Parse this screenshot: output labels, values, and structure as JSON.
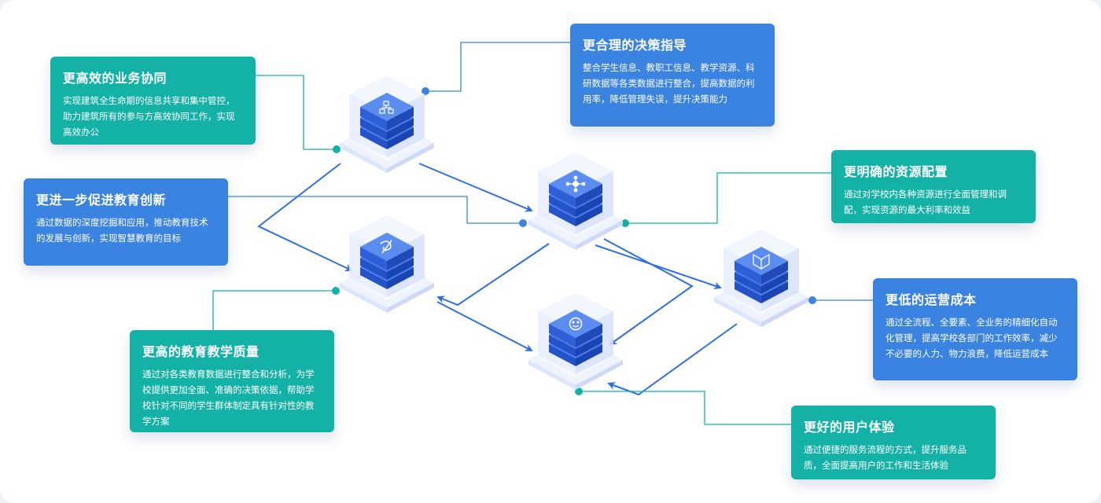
{
  "cards": {
    "business": {
      "title": "更高效的业务协同",
      "desc": "实现建筑全生命期的信息共享和集中管控，助力建筑所有的参与方高效协同工作，实现高效办公"
    },
    "decision": {
      "title": "更合理的决策指导",
      "desc": "整合学生信息、教职工信息、教学资源、科研数据等各类数据进行整合，提高数据的利用率，降低管理失误，提升决策能力"
    },
    "resource": {
      "title": "更明确的资源配置",
      "desc": "通过对学校内各种资源进行全面管理和调配，实现资源的最大利率和效益"
    },
    "innovation": {
      "title": "更进一步促进教育创新",
      "desc": "通过数据的深度挖掘和应用，推动教育技术的发展与创新，实现智慧教育的目标"
    },
    "cost": {
      "title": "更低的运营成本",
      "desc": "通过全流程、全要素、全业务的精细化自动化管理，提高学校各部门的工作效率，减少不必要的人力、物力浪费，降低运营成本"
    },
    "quality": {
      "title": "更高的教育教学质量",
      "desc": "通过对各类教育数据进行整合和分析，为学校提供更加全面、准确的决策依据，帮助学校针对不同的学生群体制定具有针对性的教学方案"
    },
    "experience": {
      "title": "更好的用户体验",
      "desc": "通过便捷的服务流程的方式，提升服务品质，全面提高用户的工作和生活体验"
    }
  },
  "nodes": [
    {
      "id": "topleft",
      "icon": "hierarchy-icon"
    },
    {
      "id": "center",
      "icon": "network-icon"
    },
    {
      "id": "midleft",
      "icon": "swirl-icon"
    },
    {
      "id": "right",
      "icon": "book-icon"
    },
    {
      "id": "bottom",
      "icon": "smile-icon"
    }
  ],
  "colors": {
    "teal": "#14b2a6",
    "blue": "#3a83e0",
    "arrow": "#2f6fe4",
    "node_top": "#4b7fe8",
    "node_side": "#2453c9"
  }
}
